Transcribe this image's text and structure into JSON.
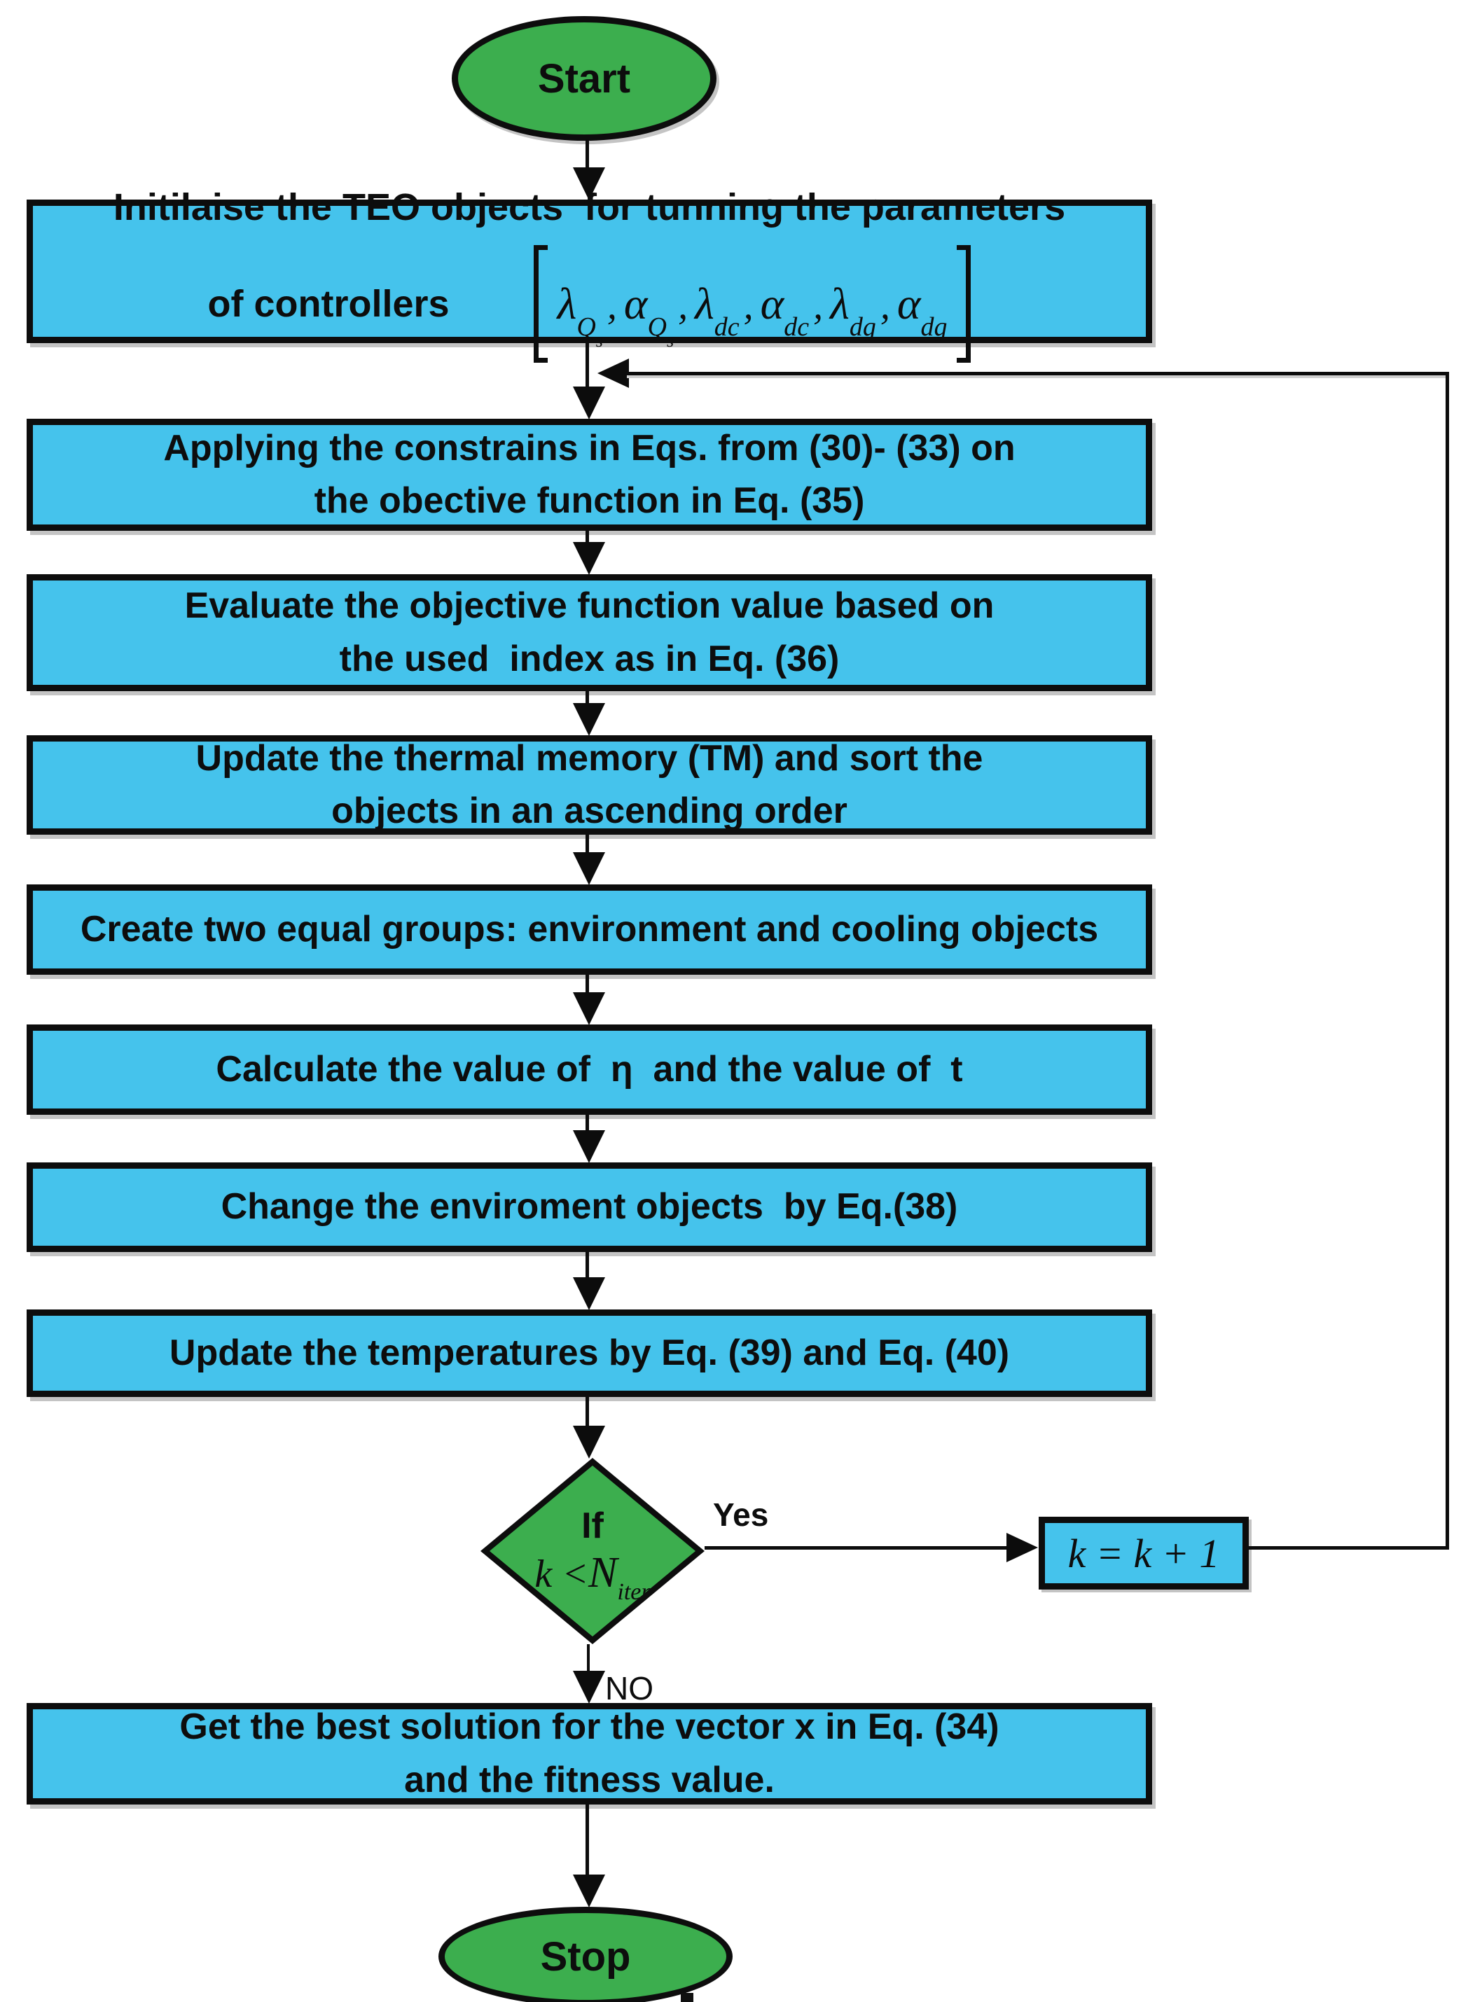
{
  "colors": {
    "process_fill": "#45C3EC",
    "terminal_fill": "#3CAE4E",
    "decision_fill": "#3CAE4E",
    "line": "#0c0c0c"
  },
  "nodes": {
    "start": {
      "label": "Start"
    },
    "init": {
      "line1": "Initilaise the TEO objects  for tunning the parameters",
      "line2_prefix": "of controllers",
      "params": [
        {
          "base": "λ",
          "sub": "Q",
          "subsub": "s"
        },
        {
          "base": "α",
          "sub": "Q",
          "subsub": "s"
        },
        {
          "base": "λ",
          "sub": "dc"
        },
        {
          "base": "α",
          "sub": "dc"
        },
        {
          "base": "λ",
          "sub": "dg"
        },
        {
          "base": "α",
          "sub": "dg"
        }
      ]
    },
    "constraints": {
      "line1": "Applying the constrains in Eqs. from (30)- (33) on",
      "line2": "the obective function in Eq. (35)"
    },
    "evaluate": {
      "line1": "Evaluate the objective function value based on",
      "line2": "the used  index as in Eq. (36)"
    },
    "thermal": {
      "line1": "Update the thermal memory (TM) and sort the",
      "line2": "objects in an ascending order"
    },
    "groups": {
      "line1": "Create two equal groups: environment and cooling objects"
    },
    "calculate": {
      "line1": "Calculate the value of  η  and the value of  t"
    },
    "change": {
      "line1": "Change the enviroment objects  by Eq.(38)"
    },
    "temperatures": {
      "line1": "Update the temperatures by Eq. (39) and Eq. (40)"
    },
    "decision": {
      "line1": "If",
      "cond_lhs": "k <",
      "cond_base": "N",
      "cond_sub": "iter"
    },
    "increment": {
      "label": "k = k + 1"
    },
    "best": {
      "line1": "Get the best solution for the vector x in Eq. (34)",
      "line2": "and the fitness value."
    },
    "stop": {
      "label": "Stop"
    }
  },
  "edges": {
    "yes_label": "Yes",
    "no_label": "NO"
  }
}
